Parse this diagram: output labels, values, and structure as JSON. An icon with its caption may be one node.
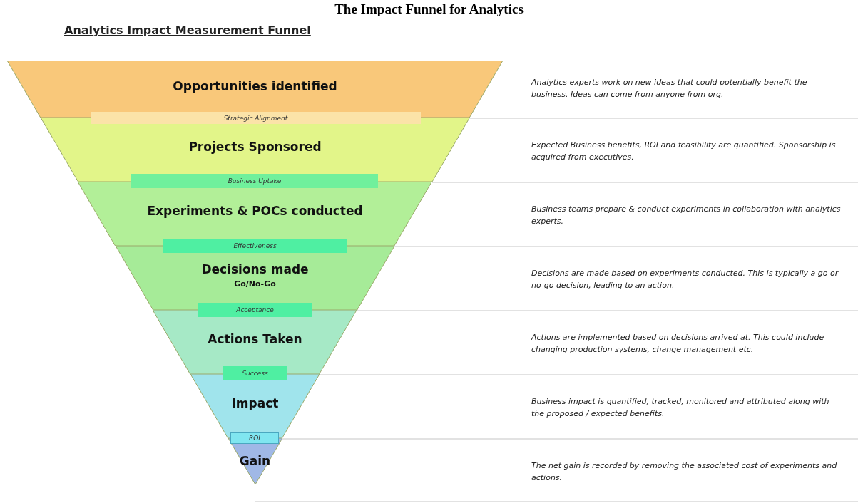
{
  "diagram": {
    "title": "The Impact Funnel for Analytics",
    "nodes": [
      {
        "text": [
          "Opportunities identified"
        ]
      },
      {
        "text": [
          "Strategic Alignment"
        ]
      },
      {
        "text": [
          "Projects Sponsored"
        ]
      },
      {
        "text": [
          "Business Uptake"
        ]
      },
      {
        "text": [
          "Experiments & POCs conducted"
        ]
      },
      {
        "text": [
          "Effectiveness"
        ]
      },
      {
        "text": [
          "Decisions made",
          "Go/No-Go"
        ]
      },
      {
        "text": [
          "Acceptance"
        ]
      },
      {
        "text": [
          "Actions Taken"
        ]
      },
      {
        "text": [
          "Success"
        ]
      },
      {
        "text": [
          "Impact"
        ]
      },
      {
        "text": [
          "ROI"
        ]
      },
      {
        "text": [
          "Gain"
        ]
      }
    ],
    "labels": [
      "Analytics Impact Measurement Funnel",
      "Analytics experts work on new ideas that could potentially benefit the business. Ideas can come from anyone from org.",
      "Expected Business benefits, ROI and feasibility are quantified. Sponsorship is acquired from executives.",
      "Business teams prepare & conduct experiments in collaboration with analytics experts.",
      "Decisions are made based on experiments conducted. This is typically a go or no-go decision, leading to an action.",
      "Actions are implemented based on decisions arrived at. This could include changing production systems, change management etc.",
      "Business impact is quantified, tracked, monitored and attributed along with the proposed / expected benefits.",
      "The net gain is recorded by removing the associated cost of experiments and actions."
    ]
  }
}
